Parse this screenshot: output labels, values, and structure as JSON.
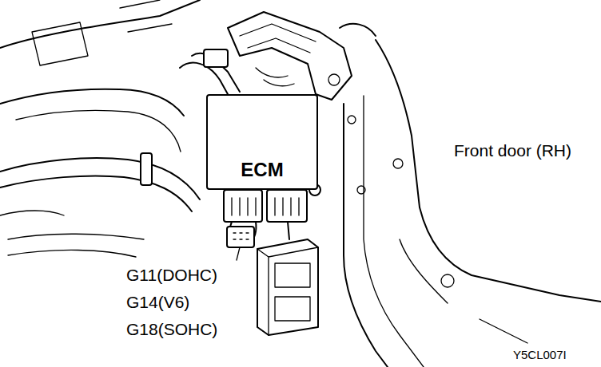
{
  "diagram": {
    "nodes": [
      {
        "text": [
          "ECM"
        ]
      }
    ],
    "edges": [],
    "labels": [
      "Front door (RH)",
      "G11(DOHC)",
      "G14(V6)",
      "G18(SOHC)",
      "Y5CL007I"
    ]
  }
}
